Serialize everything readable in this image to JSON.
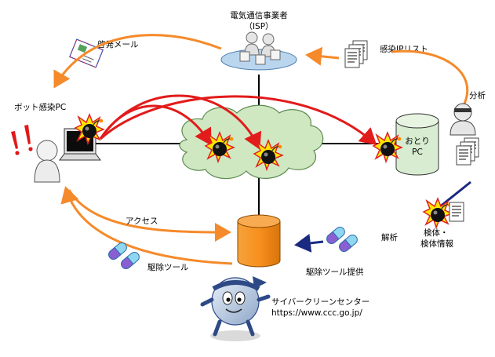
{
  "isp": {
    "line1": "電気通信事業者",
    "line2": "（ISP）"
  },
  "labels": {
    "spam_mail": "啓発メール",
    "infected_ip_list": "感染IPリスト",
    "bot_pc": "ボット感染PC",
    "analysis": "分析",
    "decoy_line1": "おとり",
    "decoy_line2": "PC",
    "access": "アクセス",
    "removal_tool": "駆除ツール",
    "tool_provision": "駆除ツール提供",
    "dissection": "解析",
    "specimen_line1": "検体・",
    "specimen_line2": "検体情報",
    "ccc_name": "サイバークリーンセンター",
    "ccc_url": "https://www.ccc.go.jp/"
  },
  "colors": {
    "orange_arrow": "#f58a2a",
    "red_arrow": "#e21b1b",
    "navy_arrow": "#1a2a80",
    "cloud_fill": "#cfe8c2",
    "cylinder_orange": "#f7901e",
    "cylinder_green": "#d7ecd0",
    "platform": "#b9d6ee"
  }
}
